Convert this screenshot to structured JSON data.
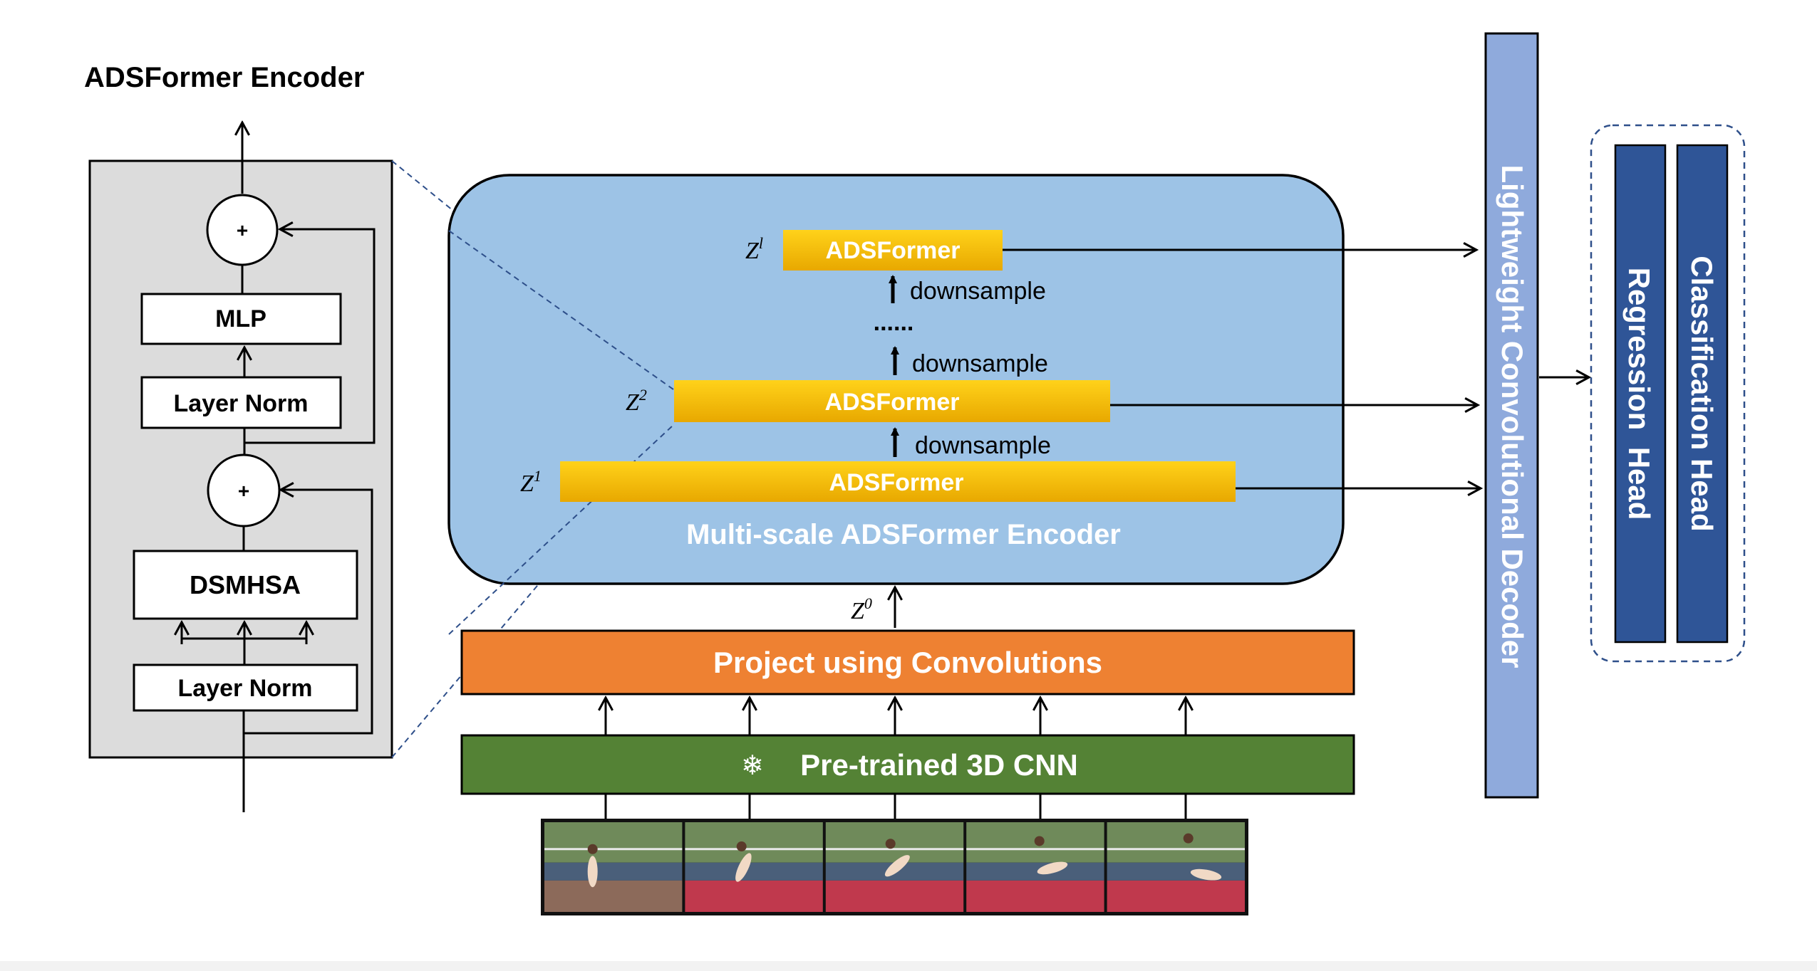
{
  "encoder_panel": {
    "title": "ADSFormer Encoder",
    "plus_symbol": "+",
    "mlp_label": "MLP",
    "layer_norm_top_label": "Layer Norm",
    "dsmhsa_label": "DSMHSA",
    "layer_norm_bottom_label": "Layer Norm"
  },
  "multiscale": {
    "title": "Multi-scale ADSFormer Encoder",
    "block_label": "ADSFormer",
    "downsample_label": "downsample",
    "ellipsis": "......",
    "z_symbol": "Z",
    "z_top_sup": "l",
    "z_mid_sup": "2",
    "z_bottom_sup": "1",
    "z_input_sup": "0"
  },
  "project_label": "Project using Convolutions",
  "cnn": {
    "snowflake": "❄",
    "label": "Pre-trained 3D CNN"
  },
  "decoder_label": "Lightweight Convolutional Decoder",
  "heads": {
    "regression_label": "Regression  Head",
    "classification_label": "Classification Head"
  },
  "frames": {
    "count": 5
  },
  "colors": {
    "encoder_bg": "#dcdcdc",
    "multiscale_bg": "#9dc3e6",
    "adsformer_top": "#ffd21a",
    "adsformer_bottom": "#e8a800",
    "project": "#ee8132",
    "cnn": "#548235",
    "decoder": "#8faadc",
    "head": "#2f5597",
    "track": "#c0394d"
  }
}
